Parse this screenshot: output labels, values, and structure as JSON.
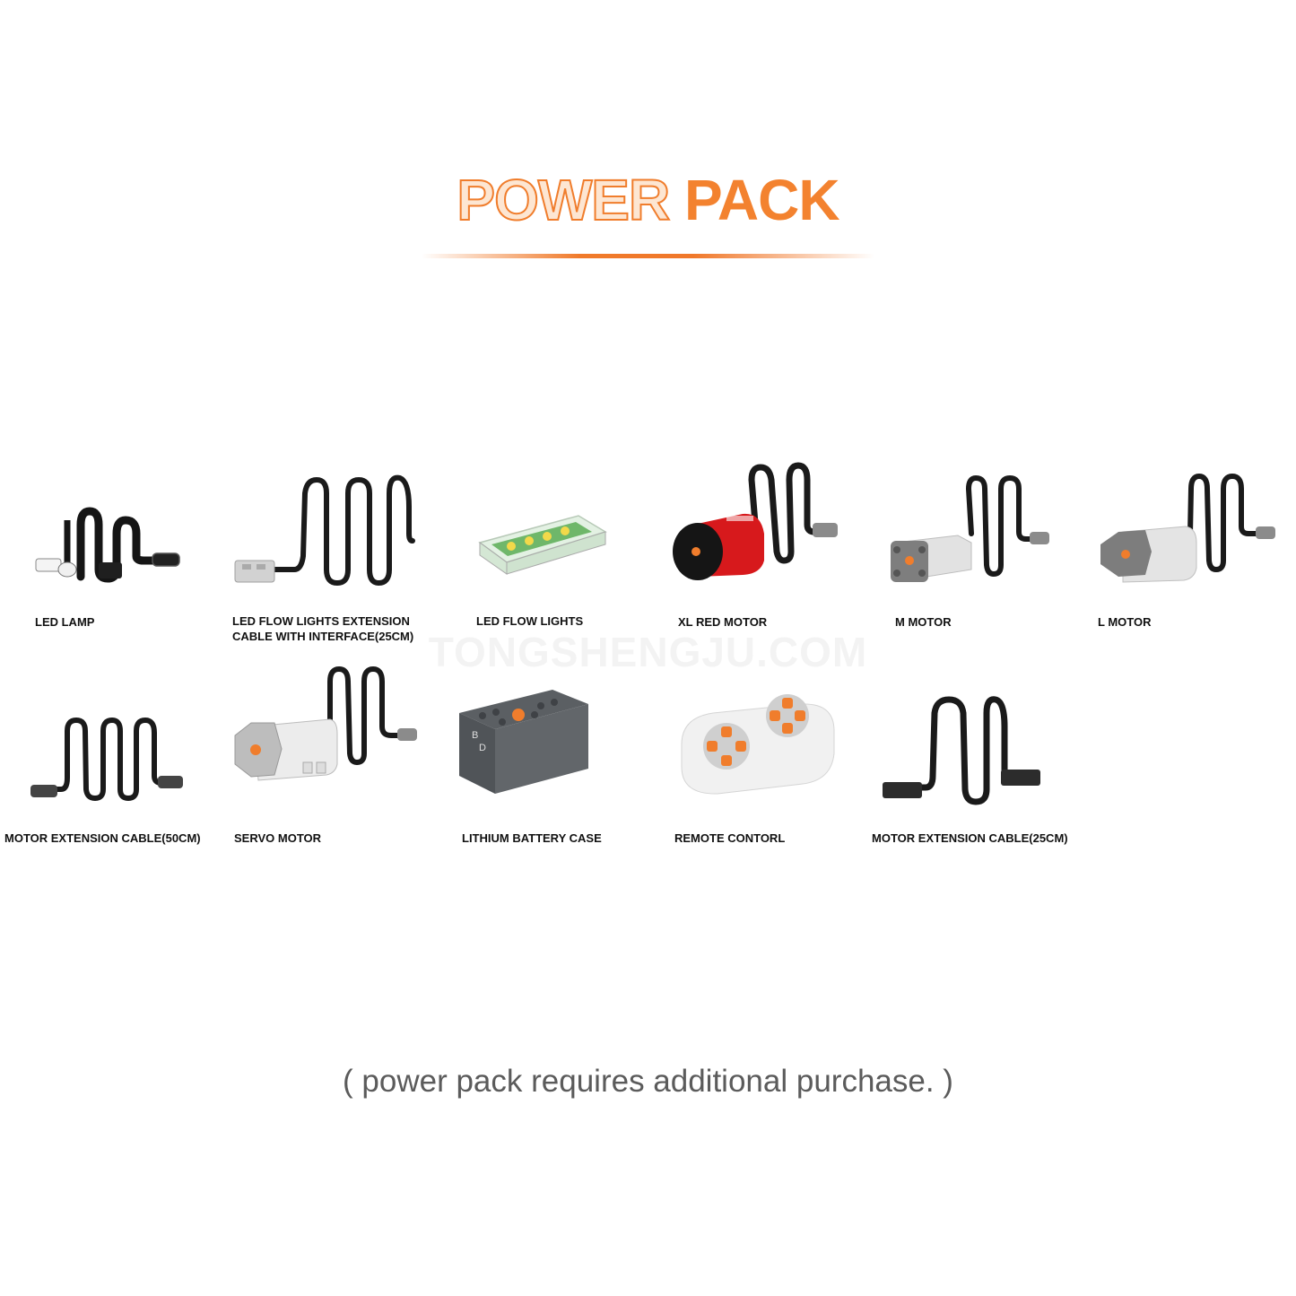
{
  "header": {
    "title_word1": "POWER",
    "title_word2": "PACK"
  },
  "watermark": "TONGSHENGJU.COM",
  "products": [
    {
      "label": "LED LAMP",
      "icon": "led-lamp-icon"
    },
    {
      "label": "LED FLOW LIGHTS EXTENSION\nCABLE WITH INTERFACE(25CM)",
      "icon": "extension-cable-interface-icon"
    },
    {
      "label": "LED FLOW LIGHTS",
      "icon": "led-flow-lights-icon"
    },
    {
      "label": "XL RED MOTOR",
      "icon": "xl-red-motor-icon"
    },
    {
      "label": "M MOTOR",
      "icon": "m-motor-icon"
    },
    {
      "label": "L MOTOR",
      "icon": "l-motor-icon"
    },
    {
      "label": "MOTOR EXTENSION CABLE(50CM)",
      "icon": "motor-extension-cable-icon"
    },
    {
      "label": "SERVO MOTOR",
      "icon": "servo-motor-icon"
    },
    {
      "label": "LITHIUM BATTERY CASE",
      "icon": "battery-case-icon"
    },
    {
      "label": "REMOTE CONTORL",
      "icon": "remote-control-icon"
    },
    {
      "label": "MOTOR EXTENSION CABLE(25CM)",
      "icon": "motor-extension-cable-icon"
    }
  ],
  "footer": {
    "note": "( power pack requires additional purchase. )"
  },
  "colors": {
    "accent": "#f07d2c",
    "motor_red": "#d7191c",
    "cable": "#1a1a1a",
    "grey_body": "#8a8a8a",
    "light_body": "#e6e6e6"
  }
}
